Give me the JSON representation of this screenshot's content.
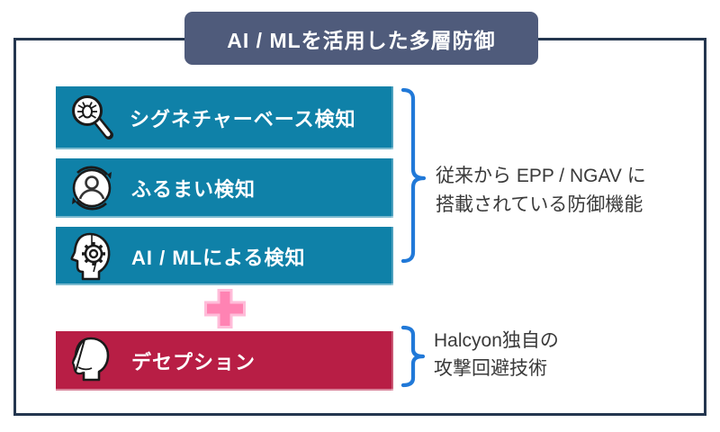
{
  "title": "AI / MLを活用した多層防御",
  "layers": [
    {
      "label": "シグネチャーベース検知",
      "icon": "bug-magnifier-icon"
    },
    {
      "label": "ふるまい検知",
      "icon": "user-cycle-icon"
    },
    {
      "label": "AI / MLによる検知",
      "icon": "ai-head-gear-icon"
    }
  ],
  "deception_layer": {
    "label": "デセプション",
    "icon": "mask-face-icon"
  },
  "plus_symbol": "+",
  "annotations": {
    "conventional": {
      "line1": "従来から EPP / NGAV に",
      "line2": "搭載されている防御機能"
    },
    "halcyon": {
      "line1": "Halcyon独自の",
      "line2": "攻撃回避技術"
    }
  },
  "colors": {
    "frame_border": "#24364F",
    "title_background": "#4F5B7B",
    "layer_background": "#0F81A8",
    "deception_background": "#B81E45",
    "plus_pink": "#FF83B3",
    "plus_pink_edge": "#FFBCD9",
    "bracket_blue": "#2179D8",
    "annotation_text": "#3A3A3A"
  }
}
